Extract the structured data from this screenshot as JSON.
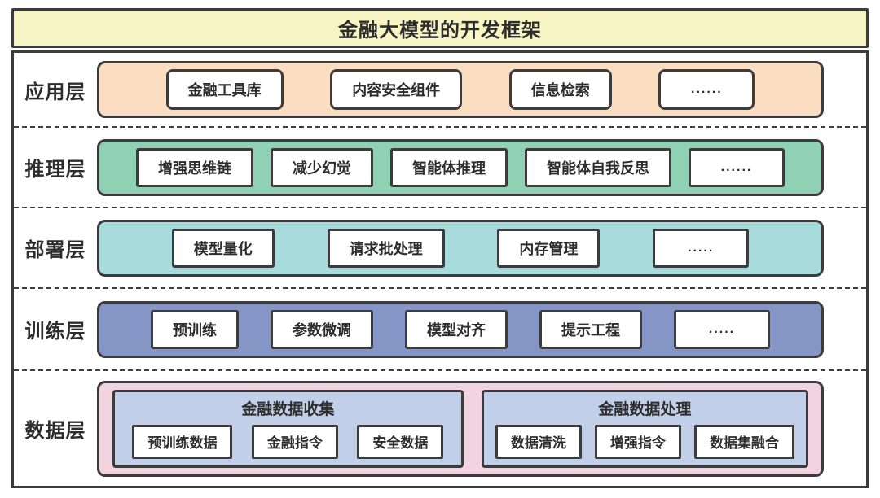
{
  "title": "金融大模型的开发框架",
  "colors": {
    "title_bg": "#F7F5C3",
    "border": "#3C3C3C",
    "text": "#2D2D2D",
    "application_band": "#FBDDC1",
    "inference_band": "#90D0B4",
    "deployment_band": "#A7DBDC",
    "training_band": "#8596C6",
    "data_band": "#F2D3E0",
    "data_group_bg": "#C2CFE8"
  },
  "layers": [
    {
      "label": "应用层",
      "items": [
        "金融工具库",
        "内容安全组件",
        "信息检索",
        "......"
      ]
    },
    {
      "label": "推理层",
      "items": [
        "增强思维链",
        "减少幻觉",
        "智能体推理",
        "智能体自我反思",
        "......"
      ]
    },
    {
      "label": "部署层",
      "items": [
        "模型量化",
        "请求批处理",
        "内存管理",
        "....."
      ]
    },
    {
      "label": "训练层",
      "items": [
        "预训练",
        "参数微调",
        "模型对齐",
        "提示工程",
        "....."
      ]
    },
    {
      "label": "数据层",
      "groups": [
        {
          "title": "金融数据收集",
          "items": [
            "预训练数据",
            "金融指令",
            "安全数据"
          ]
        },
        {
          "title": "金融数据处理",
          "items": [
            "数据清洗",
            "增强指令",
            "数据集融合"
          ]
        }
      ]
    }
  ]
}
